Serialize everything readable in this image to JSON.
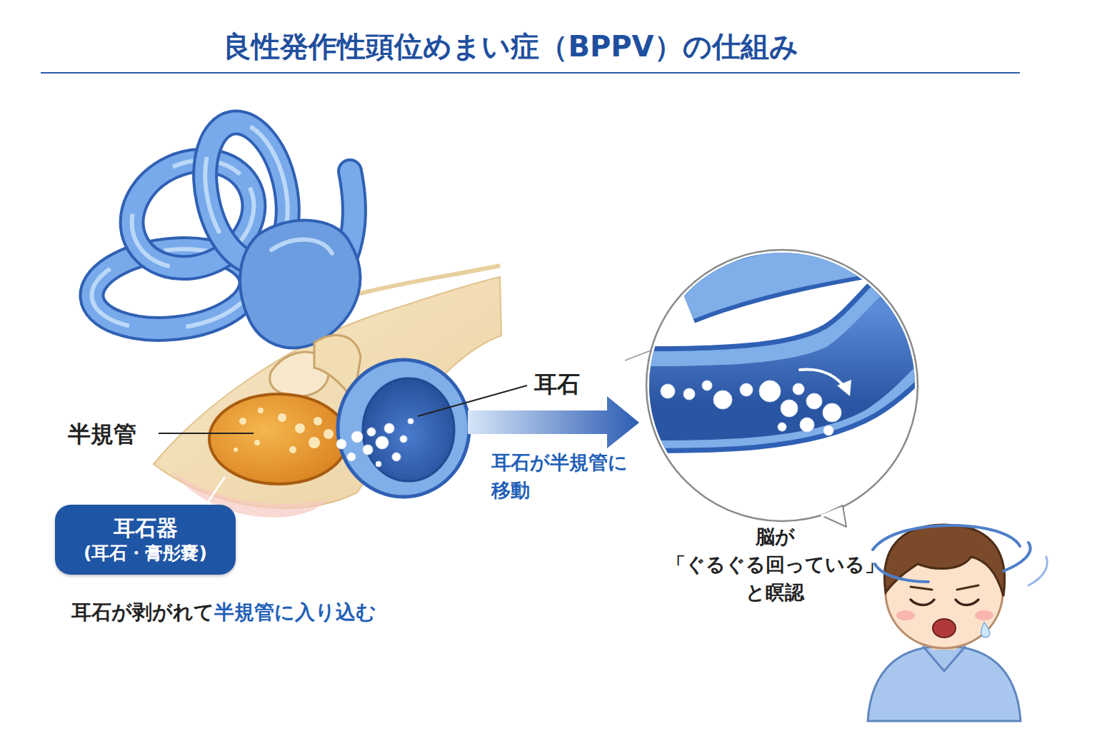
{
  "diagram": {
    "title": "良性発作性頭位めまい症（BPPV）の仕組み",
    "nodes": [
      {
        "text": [
          "耳石器",
          "(耳石・膏彤嚢)"
        ]
      }
    ],
    "labels": [
      "半規管",
      "耳石",
      "耳石が剥がれて",
      "半規管に入り込む",
      "耳石が半規管に 移動",
      "脳が 「ぐるぐる回っている」 と瞑認"
    ]
  }
}
